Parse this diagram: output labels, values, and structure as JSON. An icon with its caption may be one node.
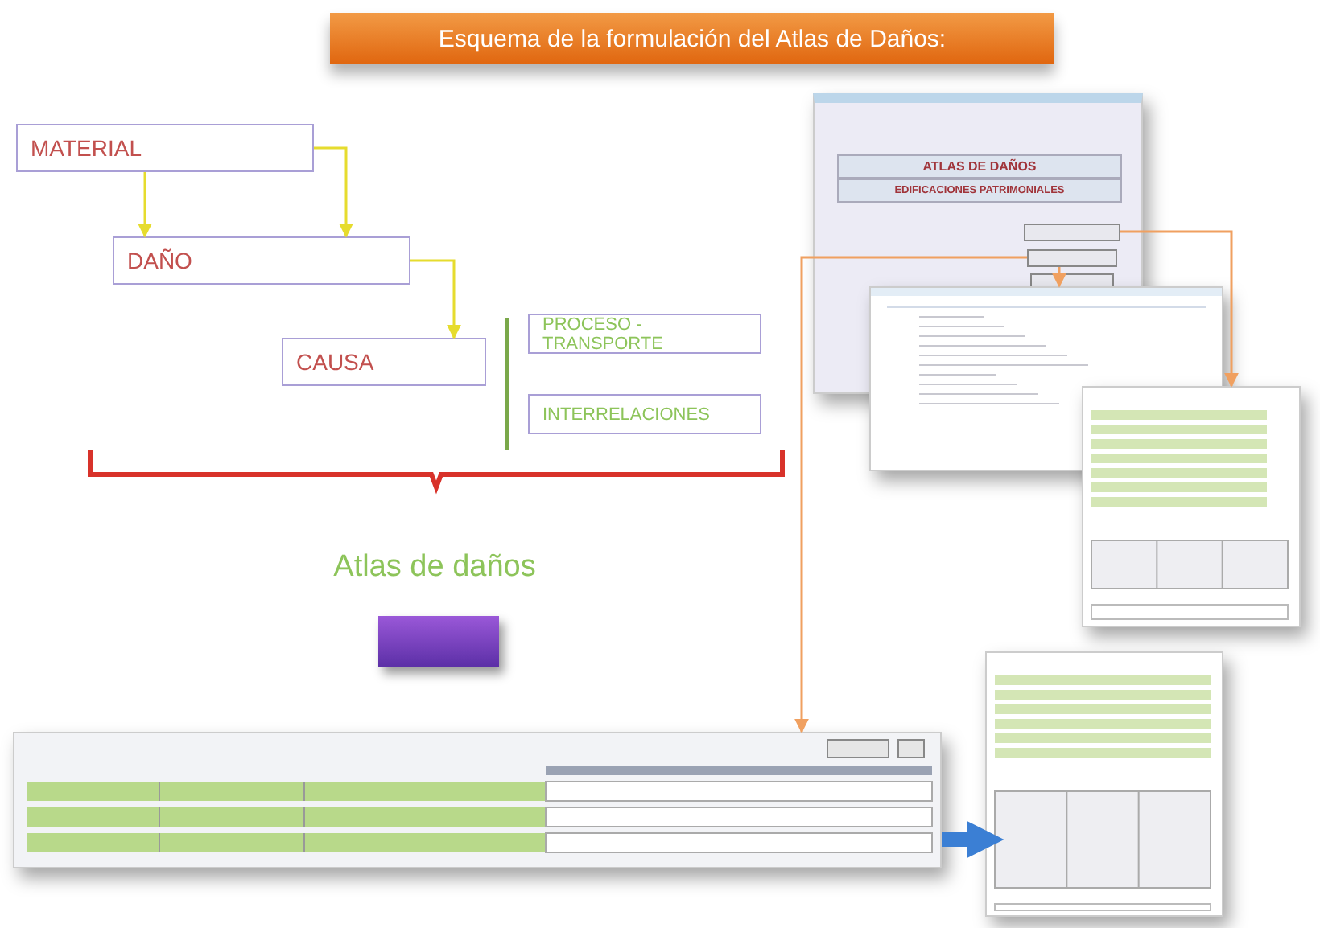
{
  "diagram": {
    "title": "Esquema de la formulación del Atlas de Daños:",
    "nodes": [
      {
        "text": [
          "MATERIAL"
        ]
      },
      {
        "text": [
          "DAÑO"
        ]
      },
      {
        "text": [
          "CAUSA"
        ]
      },
      {
        "text": [
          "PROCESO - TRANSPORTE"
        ]
      },
      {
        "text": [
          "INTERRELACIONES"
        ]
      },
      {
        "text": [],
        "shape": "box"
      },
      {
        "text": [
          "ATLAS DE DAÑOS",
          "EDIFICACIONES PATRIMONIALES"
        ]
      },
      {
        "text": [],
        "shape": "box",
        "in": 6
      },
      {
        "text": [],
        "shape": "box",
        "in": 6
      },
      {
        "text": [],
        "shape": "box",
        "in": 6
      },
      {
        "text": [],
        "shape": "picture"
      },
      {
        "text": [],
        "shape": "picture"
      },
      {
        "text": [],
        "shape": "picture"
      },
      {
        "text": [],
        "shape": "picture"
      }
    ],
    "edges": [
      {
        "from": 0,
        "to": 1,
        "arrow": "to",
        "color": "#e6dc2e"
      },
      {
        "from": 0,
        "to": 1,
        "arrow": "to",
        "color": "#e6dc2e"
      },
      {
        "from": 1,
        "to": 2,
        "arrow": "to",
        "color": "#e6dc2e"
      },
      {
        "from": 7,
        "to": 11,
        "arrow": "to"
      },
      {
        "from": 8,
        "to": 10,
        "arrow": "to"
      },
      {
        "from": 8,
        "to": 12,
        "arrow": "to"
      },
      {
        "from": 12,
        "to": 13,
        "arrow": "to",
        "style": "thick",
        "color": "#3b7fd4"
      }
    ],
    "labels": [
      "Atlas de daños"
    ]
  }
}
